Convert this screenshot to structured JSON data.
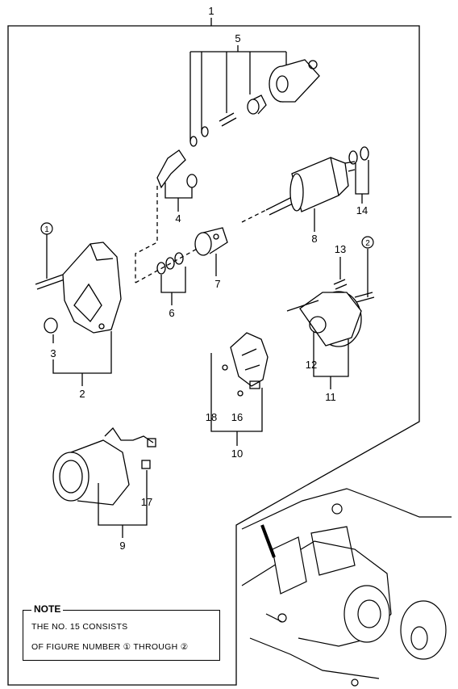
{
  "diagram": {
    "part_labels": {
      "p1": "1",
      "p2": "2",
      "p3": "3",
      "p4": "4",
      "p5": "5",
      "p6": "6",
      "p7": "7",
      "p8": "8",
      "p9": "9",
      "p10": "10",
      "p11": "11",
      "p12": "12",
      "p13": "13",
      "p14": "14",
      "p16": "16",
      "p17": "17",
      "p18": "18",
      "c1": "1",
      "c2": "2"
    },
    "note": {
      "title": "NOTE",
      "line1": "THE NO. 15 CONSISTS",
      "line2": "OF FIGURE NUMBER ① THROUGH ②"
    }
  }
}
